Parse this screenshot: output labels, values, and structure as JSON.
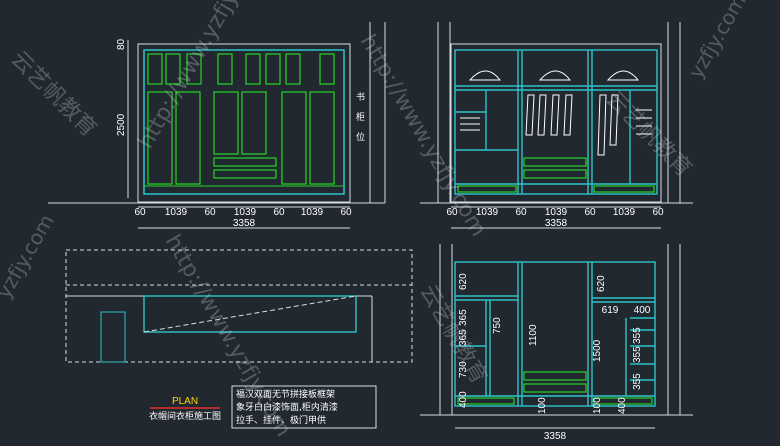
{
  "colors": {
    "background": "#212830",
    "frame": "#d8dde3",
    "cabinet": "#2ec4c9",
    "door": "#27d427",
    "title": "#ffd300",
    "watermark": "#d9dde2"
  },
  "front": {
    "top_dim": "80",
    "height_dim": "2500",
    "side_note": [
      "书",
      "柜",
      "位"
    ],
    "bottom_dims": [
      "60",
      "1039",
      "60",
      "1039",
      "60",
      "1039",
      "60"
    ],
    "total": "3358"
  },
  "section": {
    "bottom_dims": [
      "60",
      "1039",
      "60",
      "1039",
      "60",
      "1039",
      "60"
    ],
    "total": "3358"
  },
  "inner": {
    "dims": [
      "620",
      "365",
      "365",
      "750",
      "1100",
      "730",
      "400",
      "620",
      "1500",
      "619",
      "400",
      "355",
      "355",
      "355",
      "100",
      "100",
      "400"
    ],
    "total": "3358"
  },
  "plan": {
    "title": "PLAN",
    "subtitle": "衣帽间衣柜施工图"
  },
  "notes": [
    "福汉双面无节拼接板框架",
    "象牙白白漆饰面,柜内清漆",
    "拉手、挂件、极门甲供"
  ],
  "watermarks": [
    "http://www.yzfjy.com",
    "云艺帆教育",
    "yzfjy.com",
    "http://www.yzfjy.com",
    "云艺帆教育",
    "http://www.yzfjy.com",
    "云艺帆教育",
    "yzfjy.com"
  ]
}
